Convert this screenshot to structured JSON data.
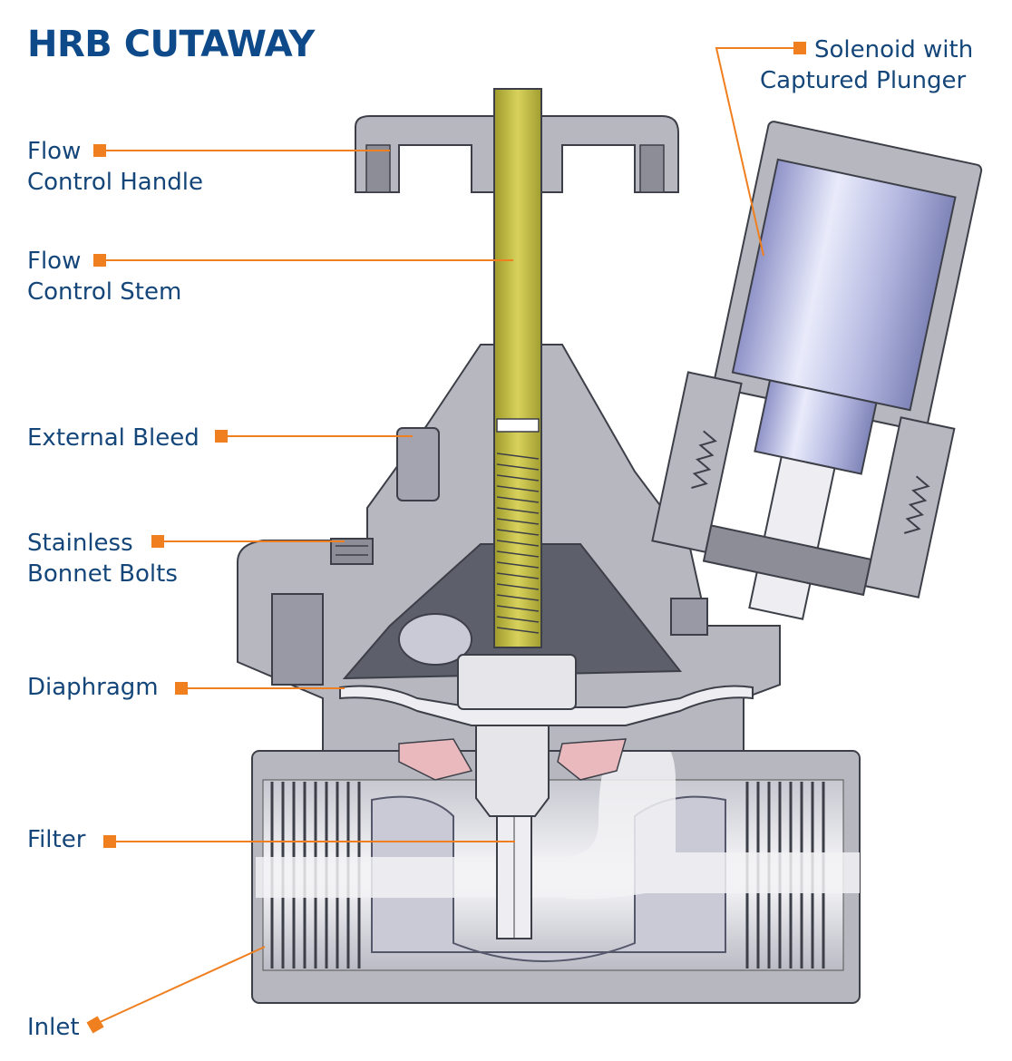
{
  "title": "HRB CUTAWAY",
  "colors": {
    "title": "#0e4a8a",
    "label_text": "#14467a",
    "leader": "#f07f1f",
    "body_gray": "#b6b7bf",
    "body_dark": "#5d5f6a",
    "stem_yellow": "#c8c24a",
    "solenoid_blue": "#b9bde8",
    "flow_white": "#f2f2f5"
  },
  "labels": {
    "flow_control_handle": [
      "Flow",
      "Control Handle"
    ],
    "flow_control_stem": [
      "Flow",
      "Control Stem"
    ],
    "external_bleed": [
      "External Bleed"
    ],
    "stainless_bonnet_bolts": [
      "Stainless",
      "Bonnet Bolts"
    ],
    "diaphragm": [
      "Diaphragm"
    ],
    "filter": [
      "Filter"
    ],
    "inlet": [
      "Inlet"
    ],
    "solenoid": [
      "Solenoid with",
      "Captured Plunger"
    ]
  }
}
